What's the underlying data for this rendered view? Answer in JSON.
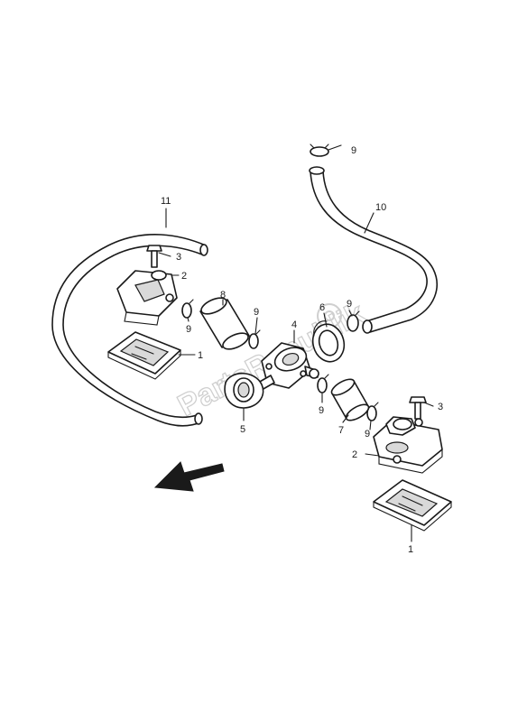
{
  "watermark": "PartsRepublik",
  "callouts": {
    "c1a": "1",
    "c1b": "1",
    "c2a": "2",
    "c2b": "2",
    "c3a": "3",
    "c3b": "3",
    "c4": "4",
    "c5": "5",
    "c6": "6",
    "c7": "7",
    "c8": "8",
    "c9a": "9",
    "c9b": "9",
    "c9c": "9",
    "c9d": "9",
    "c9e": "9",
    "c9f": "9",
    "c10": "10",
    "c11": "11"
  },
  "icons": {
    "front_arrow": "arrow-icon"
  }
}
